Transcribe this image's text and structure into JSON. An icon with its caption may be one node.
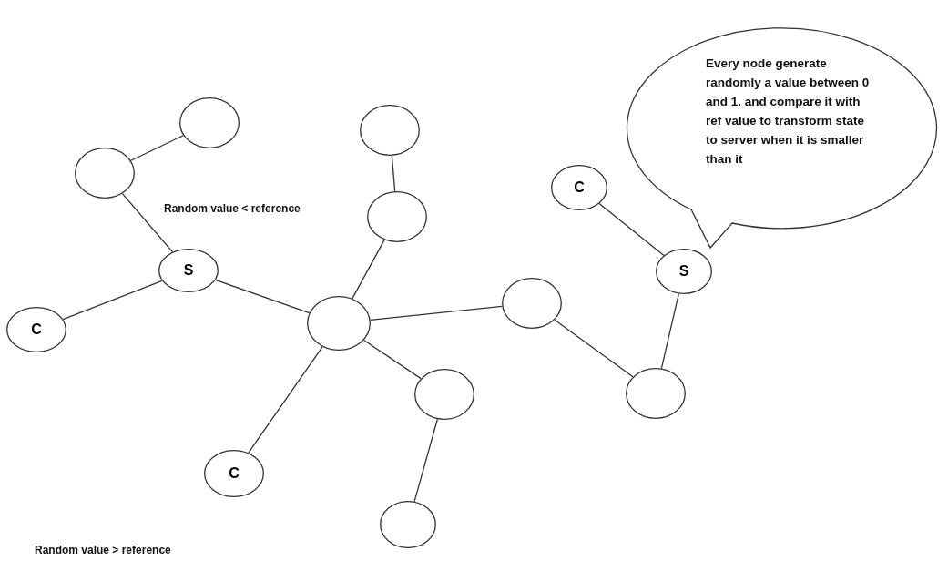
{
  "diagram": {
    "nodes": [
      {
        "text": [],
        "shape": "circle"
      },
      {
        "text": [],
        "shape": "circle"
      },
      {
        "text": [
          "S"
        ]
      },
      {
        "text": [
          "C"
        ]
      },
      {
        "text": [],
        "shape": "circle"
      },
      {
        "text": [],
        "shape": "circle"
      },
      {
        "text": [],
        "shape": "circle"
      },
      {
        "text": [],
        "shape": "circle"
      },
      {
        "text": [
          "S"
        ]
      },
      {
        "text": [
          "C"
        ]
      },
      {
        "text": [],
        "shape": "circle"
      },
      {
        "text": [],
        "shape": "circle"
      },
      {
        "text": [],
        "shape": "circle"
      },
      {
        "text": [
          "C"
        ]
      },
      {
        "text": [
          "Every node generate randomly a value between 0 and 1. and compare it with ref value to transform state to server when it is smaller than it"
        ]
      }
    ],
    "edges": [
      {
        "from": 0,
        "to": 1,
        "arrow": "none"
      },
      {
        "from": 1,
        "to": 2,
        "arrow": "none"
      },
      {
        "from": 2,
        "to": 3,
        "arrow": "none"
      },
      {
        "from": 2,
        "to": 4,
        "arrow": "none"
      },
      {
        "from": 4,
        "to": 6,
        "arrow": "none"
      },
      {
        "from": 6,
        "to": 5,
        "arrow": "none"
      },
      {
        "from": 4,
        "to": 7,
        "arrow": "none"
      },
      {
        "from": 7,
        "to": 10,
        "arrow": "none"
      },
      {
        "from": 10,
        "to": 8,
        "arrow": "none"
      },
      {
        "from": 8,
        "to": 9,
        "arrow": "none"
      },
      {
        "from": 4,
        "to": 11,
        "arrow": "none"
      },
      {
        "from": 11,
        "to": 12,
        "arrow": "none"
      },
      {
        "from": 4,
        "to": 13,
        "arrow": "none"
      }
    ],
    "labels": [
      "Random value < reference",
      "Random value > reference"
    ]
  }
}
